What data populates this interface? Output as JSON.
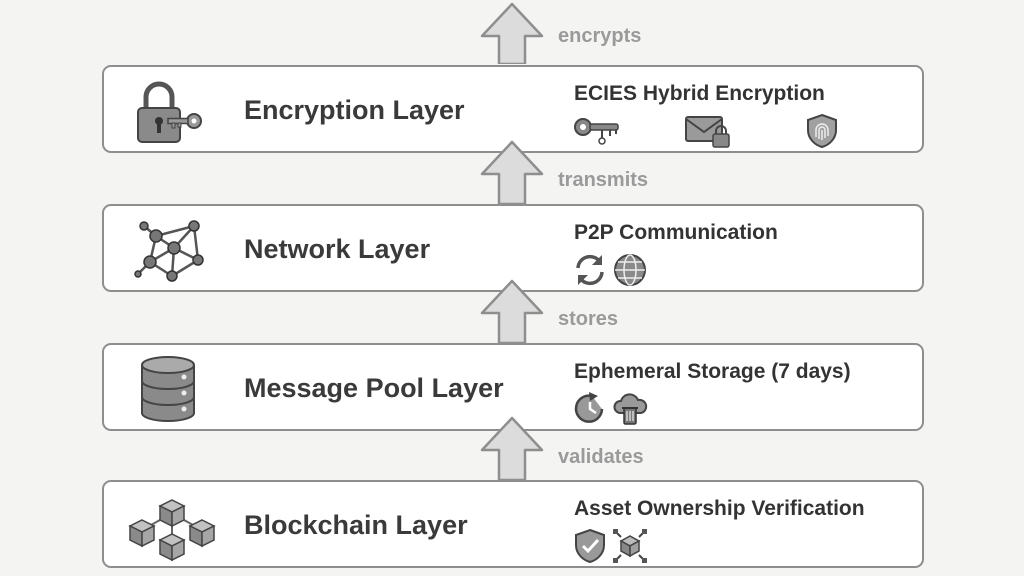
{
  "layers": [
    {
      "title": "Encryption Layer",
      "feature": "ECIES Hybrid Encryption",
      "main_icon": "padlock-key-icon",
      "feature_icons": [
        "key-icon",
        "locked-envelope-icon",
        "fingerprint-shield-icon"
      ]
    },
    {
      "title": "Network Layer",
      "feature": "P2P Communication",
      "main_icon": "network-graph-icon",
      "feature_icons": [
        "sync-arrows-icon",
        "globe-icon"
      ]
    },
    {
      "title": "Message Pool Layer",
      "feature": "Ephemeral Storage (7 days)",
      "main_icon": "database-icon",
      "feature_icons": [
        "clock-refresh-icon",
        "cloud-trash-icon"
      ]
    },
    {
      "title": "Blockchain Layer",
      "feature": "Asset Ownership Verification",
      "main_icon": "linked-cubes-icon",
      "feature_icons": [
        "shield-check-icon",
        "cube-network-icon"
      ]
    }
  ],
  "arrows": [
    "encrypts",
    "transmits",
    "stores",
    "validates"
  ],
  "colors": {
    "background": "#f4f4f3",
    "box_border": "#8e8e8e",
    "arrow_fill": "#dcdcdc",
    "arrow_stroke": "#8e8e8e",
    "text": "#3a3a3a",
    "label": "#9a9a9a"
  }
}
